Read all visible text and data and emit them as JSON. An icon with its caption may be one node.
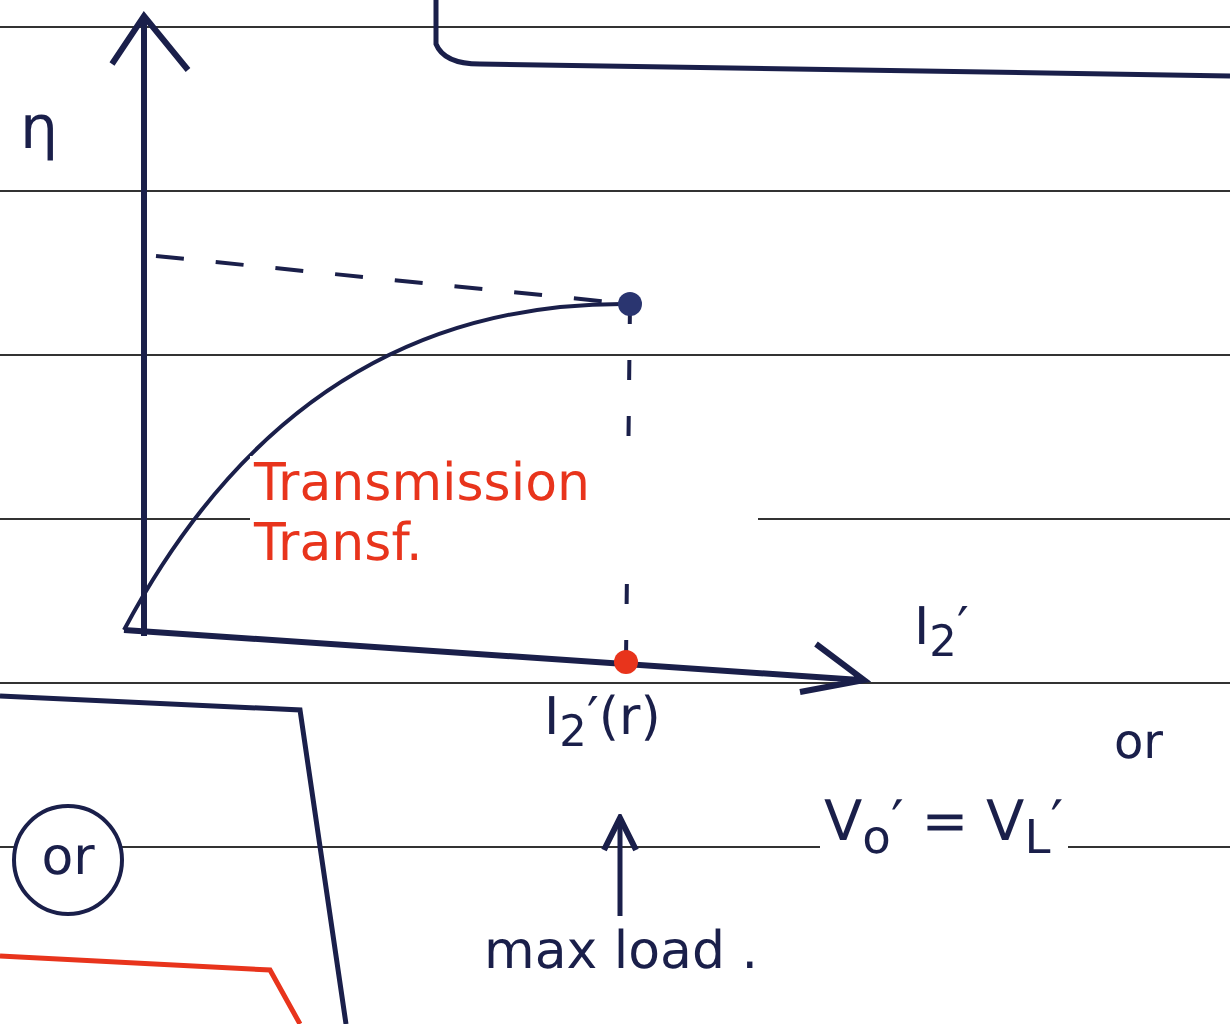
{
  "diagram": {
    "nodes": [
      {
        "text": [
          "I$_{2}$′(r)"
        ]
      },
      {
        "text": [
          "max load ."
        ]
      },
      {
        "text": [
          "or"
        ]
      }
    ],
    "edges": [
      {
        "from": 1,
        "to": 0,
        "arrow": "to"
      }
    ],
    "labels": [
      "η",
      "Transmission Transf.",
      "I$_{2}$′",
      "or",
      "V$_{o}$′ = V$_{L}$′"
    ]
  }
}
